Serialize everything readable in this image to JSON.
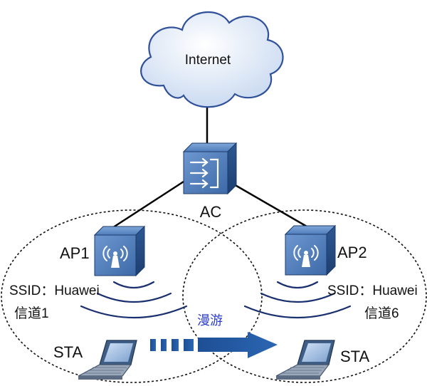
{
  "diagram": {
    "cloud_label": "Internet",
    "ac_label": "AC",
    "ap1": {
      "label": "AP1",
      "ssid": "SSID：Huawei",
      "channel": "信道1",
      "sta_label": "STA"
    },
    "ap2": {
      "label": "AP2",
      "ssid": "SSID：Huawei",
      "channel": "信道6",
      "sta_label": "STA"
    },
    "roam_label": "漫游"
  },
  "colors": {
    "device_body": "#2c5a94",
    "device_face": "#5e8cc8",
    "roam_arrow": "#2357a0",
    "roam_text": "#2b3cc9",
    "cloud_fill": "#dde8f7",
    "cloud_stroke": "#30509a",
    "wave_stroke": "#1a2f6e"
  },
  "icons": {
    "cloud": "cloud-icon",
    "ac": "access-controller-icon",
    "ap": "wireless-access-point-icon",
    "sta": "laptop-icon",
    "roam": "roam-arrow-icon"
  }
}
